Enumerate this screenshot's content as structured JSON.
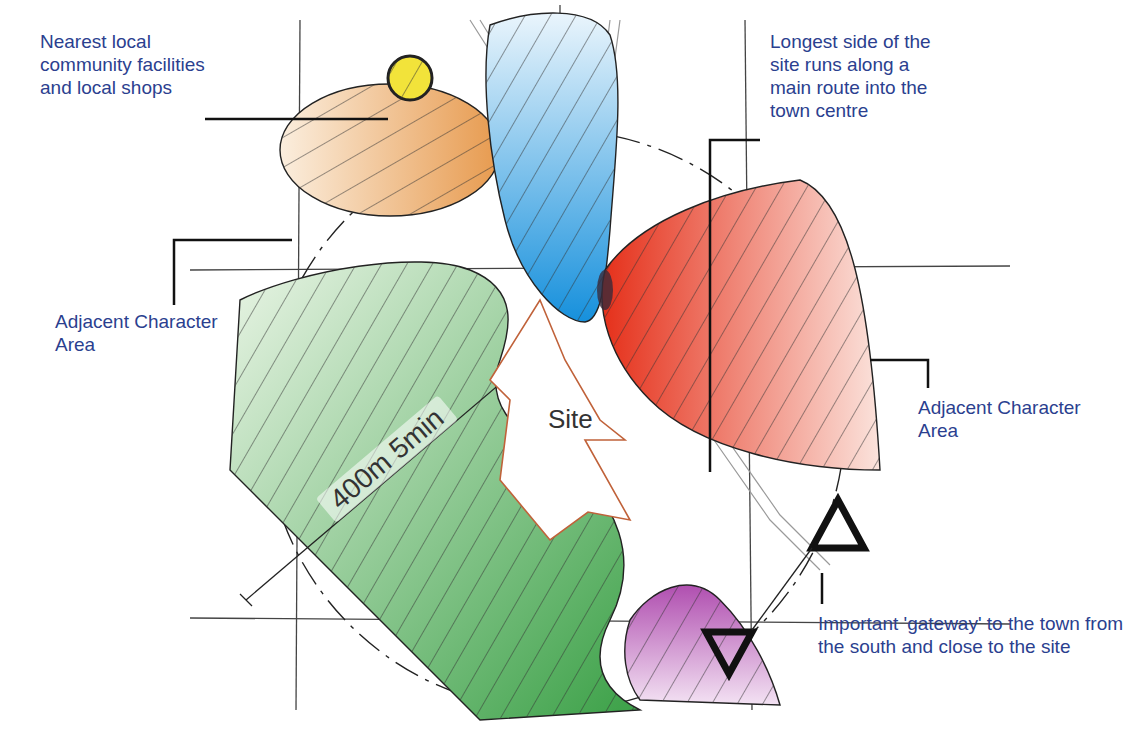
{
  "diagram": {
    "nodes": [
      {
        "text": [
          "Site"
        ]
      }
    ],
    "labels": [
      "Nearest local community facilities and local shops",
      "Adjacent Character Area",
      "Longest side of the site runs along a main route into the town centre",
      "Adjacent Character Area",
      "400m 5min",
      "Important 'gateway' to the town from the south and close to the site"
    ]
  }
}
